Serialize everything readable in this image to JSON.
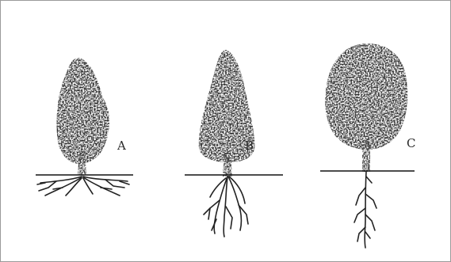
{
  "figure": {
    "labels": {
      "a": "A",
      "b": "B",
      "c": "C"
    },
    "colors": {
      "foliage": "#2e2e2e",
      "trunk": "#3a3a3a",
      "ground": "#111111",
      "roots": "#222222",
      "border": "#9a9a9a"
    }
  }
}
